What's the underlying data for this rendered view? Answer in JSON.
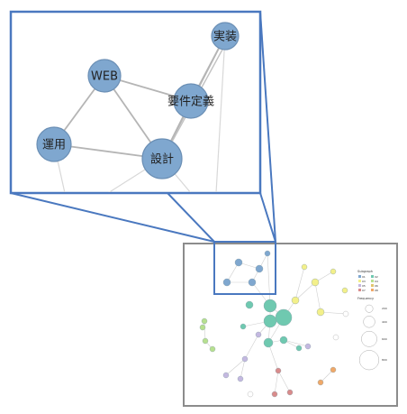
{
  "zoom": {
    "nodes": [
      {
        "id": "jisso",
        "label": "実装"
      },
      {
        "id": "web",
        "label": "WEB"
      },
      {
        "id": "youken",
        "label": "要件定義"
      },
      {
        "id": "unyou",
        "label": "運用"
      },
      {
        "id": "sekkei",
        "label": "設計"
      }
    ],
    "edges": [
      [
        "web",
        "youken"
      ],
      [
        "web",
        "unyou"
      ],
      [
        "web",
        "sekkei"
      ],
      [
        "unyou",
        "sekkei"
      ],
      [
        "sekkei",
        "youken"
      ],
      [
        "youken",
        "jisso"
      ],
      [
        "sekkei",
        "jisso"
      ]
    ]
  },
  "overview": {
    "legend": {
      "title_category": "Subgraph",
      "title_frequency": "Frequency",
      "categories": [
        {
          "label": "01",
          "color": "#7fa7cf"
        },
        {
          "label": "02",
          "color": "#6fc9b0"
        },
        {
          "label": "03",
          "color": "#f3f08a"
        },
        {
          "label": "04",
          "color": "#b7e08f"
        },
        {
          "label": "05",
          "color": "#c4b8e0"
        },
        {
          "label": "06",
          "color": "#e2c56e"
        },
        {
          "label": "07",
          "color": "#d98b8b"
        },
        {
          "label": "08",
          "color": "#f0a868"
        }
      ],
      "frequency": [
        {
          "label": "200",
          "size": 1
        },
        {
          "label": "400",
          "size": 2
        },
        {
          "label": "600",
          "size": 3
        },
        {
          "label": "800",
          "size": 4
        }
      ]
    }
  },
  "colors": {
    "callout": "#4a78bf",
    "frame": "#8c8c8c",
    "node_blue": "#7fa7cf",
    "node_blue_stroke": "#6b8fb5"
  }
}
